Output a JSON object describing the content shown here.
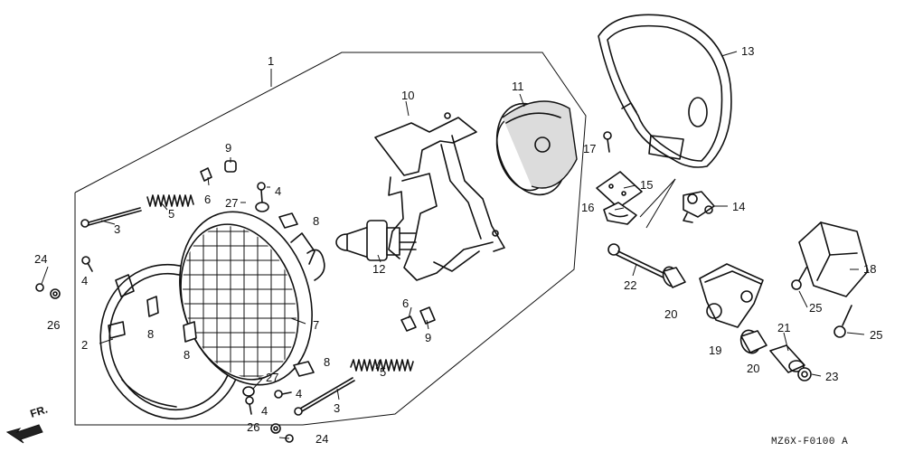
{
  "diagram_code": "MZ6X-F0100 A",
  "direction_label": "FR.",
  "callouts": {
    "c1": "1",
    "c2": "2",
    "c3a": "3",
    "c3b": "3",
    "c4a": "4",
    "c4b": "4",
    "c4c": "4",
    "c4d": "4",
    "c5a": "5",
    "c5b": "5",
    "c6a": "6",
    "c6b": "6",
    "c7": "7",
    "c8a": "8",
    "c8b": "8",
    "c8c": "8",
    "c8d": "8",
    "c9a": "9",
    "c9b": "9",
    "c10": "10",
    "c11": "11",
    "c12": "12",
    "c13": "13",
    "c14": "14",
    "c15": "15",
    "c16": "16",
    "c17": "17",
    "c18": "18",
    "c19": "19",
    "c20a": "20",
    "c20b": "20",
    "c21": "21",
    "c22": "22",
    "c23": "23",
    "c24a": "24",
    "c24b": "24",
    "c25a": "25",
    "c25b": "25",
    "c26a": "26",
    "c26b": "26",
    "c27a": "27",
    "c27b": "27"
  }
}
